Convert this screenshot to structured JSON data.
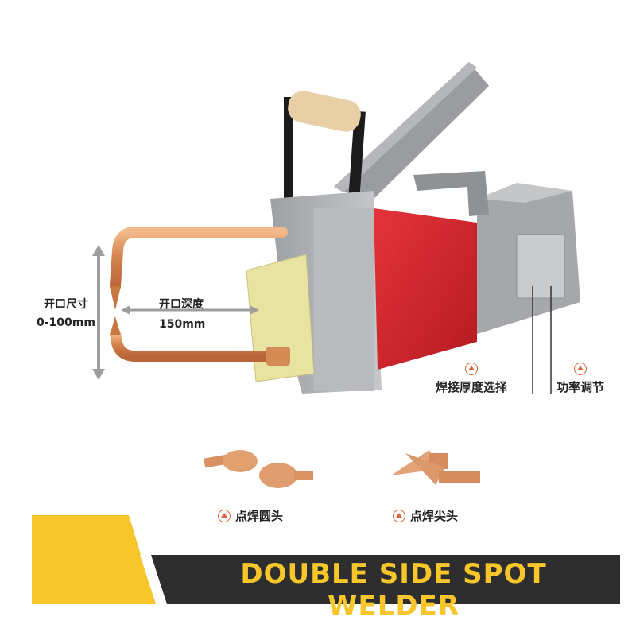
{
  "labels": {
    "opening_size_title": "开口尺寸",
    "opening_size_value": "0-100mm",
    "opening_depth_title": "开口深度",
    "opening_depth_value": "150mm",
    "thickness_select": "焊接厚度选择",
    "power_adjust": "功率调节",
    "round_tip": "点焊圆头",
    "pointed_tip": "点焊尖头"
  },
  "banner": {
    "title": "DOUBLE SIDE SPOT WELDER"
  },
  "colors": {
    "accent_yellow": "#f6c62a",
    "banner_dark": "#2e2e2e",
    "machine_red": "#d3212a",
    "machine_gray": "#a8aaad",
    "copper": "#d98a55",
    "callout_orange": "#d9643a"
  }
}
